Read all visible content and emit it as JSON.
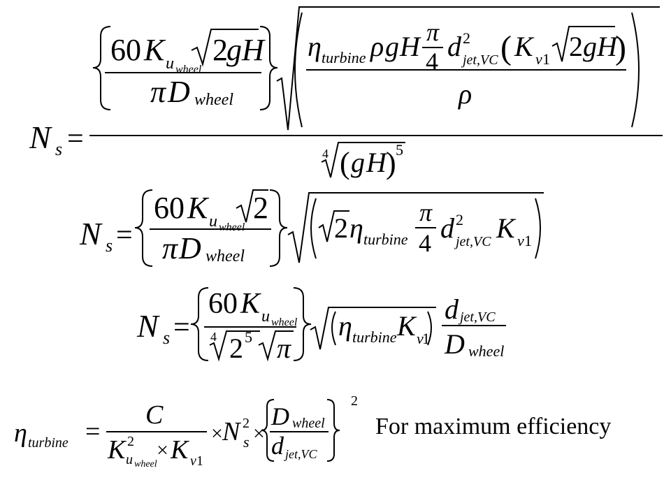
{
  "symbols": {
    "N": "N",
    "s": "s",
    "eq": "=",
    "K": "K",
    "u": "u",
    "D": "D",
    "d": "d",
    "g": "g",
    "H": "H",
    "C": "C",
    "v": "v",
    "eta": "η",
    "rho": "ρ",
    "pi": "π",
    "times": "×",
    "lparen": "(",
    "rparen": ")"
  },
  "labels": {
    "turbine": "turbine",
    "wheel": "wheel",
    "jetvc": "jet,VC"
  },
  "numbers": {
    "sixty": "60",
    "two": "2",
    "four": "4",
    "five": "5",
    "one": "1"
  },
  "caption": "For maximum efficiency"
}
